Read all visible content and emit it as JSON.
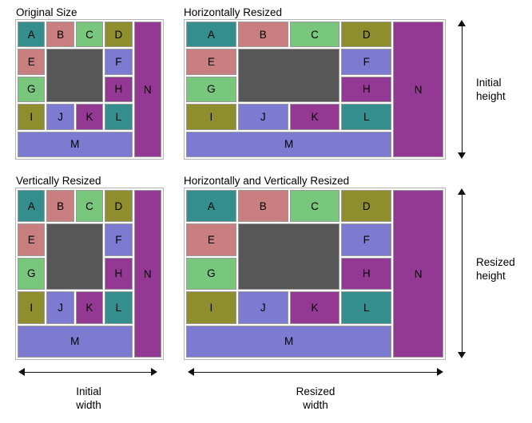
{
  "figure": {
    "panels": [
      {
        "title": "Original Size"
      },
      {
        "title": "Horizontally Resized"
      },
      {
        "title": "Vertically Resized"
      },
      {
        "title": "Horizontally and Vertically Resized"
      }
    ],
    "cells": [
      {
        "label": "A",
        "color": "#348e8e"
      },
      {
        "label": "B",
        "color": "#c97e7f"
      },
      {
        "label": "C",
        "color": "#79c67d"
      },
      {
        "label": "D",
        "color": "#8f8e2f"
      },
      {
        "label": "E",
        "color": "#c97e7f"
      },
      {
        "label": "F",
        "color": "#7c7bd1"
      },
      {
        "label": "G",
        "color": "#79c67d"
      },
      {
        "label": "H",
        "color": "#943993"
      },
      {
        "label": "I",
        "color": "#8f8e2f"
      },
      {
        "label": "J",
        "color": "#7c7bd1"
      },
      {
        "label": "K",
        "color": "#943993"
      },
      {
        "label": "L",
        "color": "#348e8e"
      },
      {
        "label": "M",
        "color": "#7c7bd1"
      },
      {
        "label": "N",
        "color": "#943993"
      }
    ],
    "center_block_color": "#575757",
    "border_colors": {
      "panel": "#b3b3b3",
      "cell": "#9a9a9a"
    },
    "annotations": {
      "initial_height": "Initial height",
      "resized_height": "Resized height",
      "initial_width": "Initial width",
      "resized_width": "Resized width"
    }
  }
}
